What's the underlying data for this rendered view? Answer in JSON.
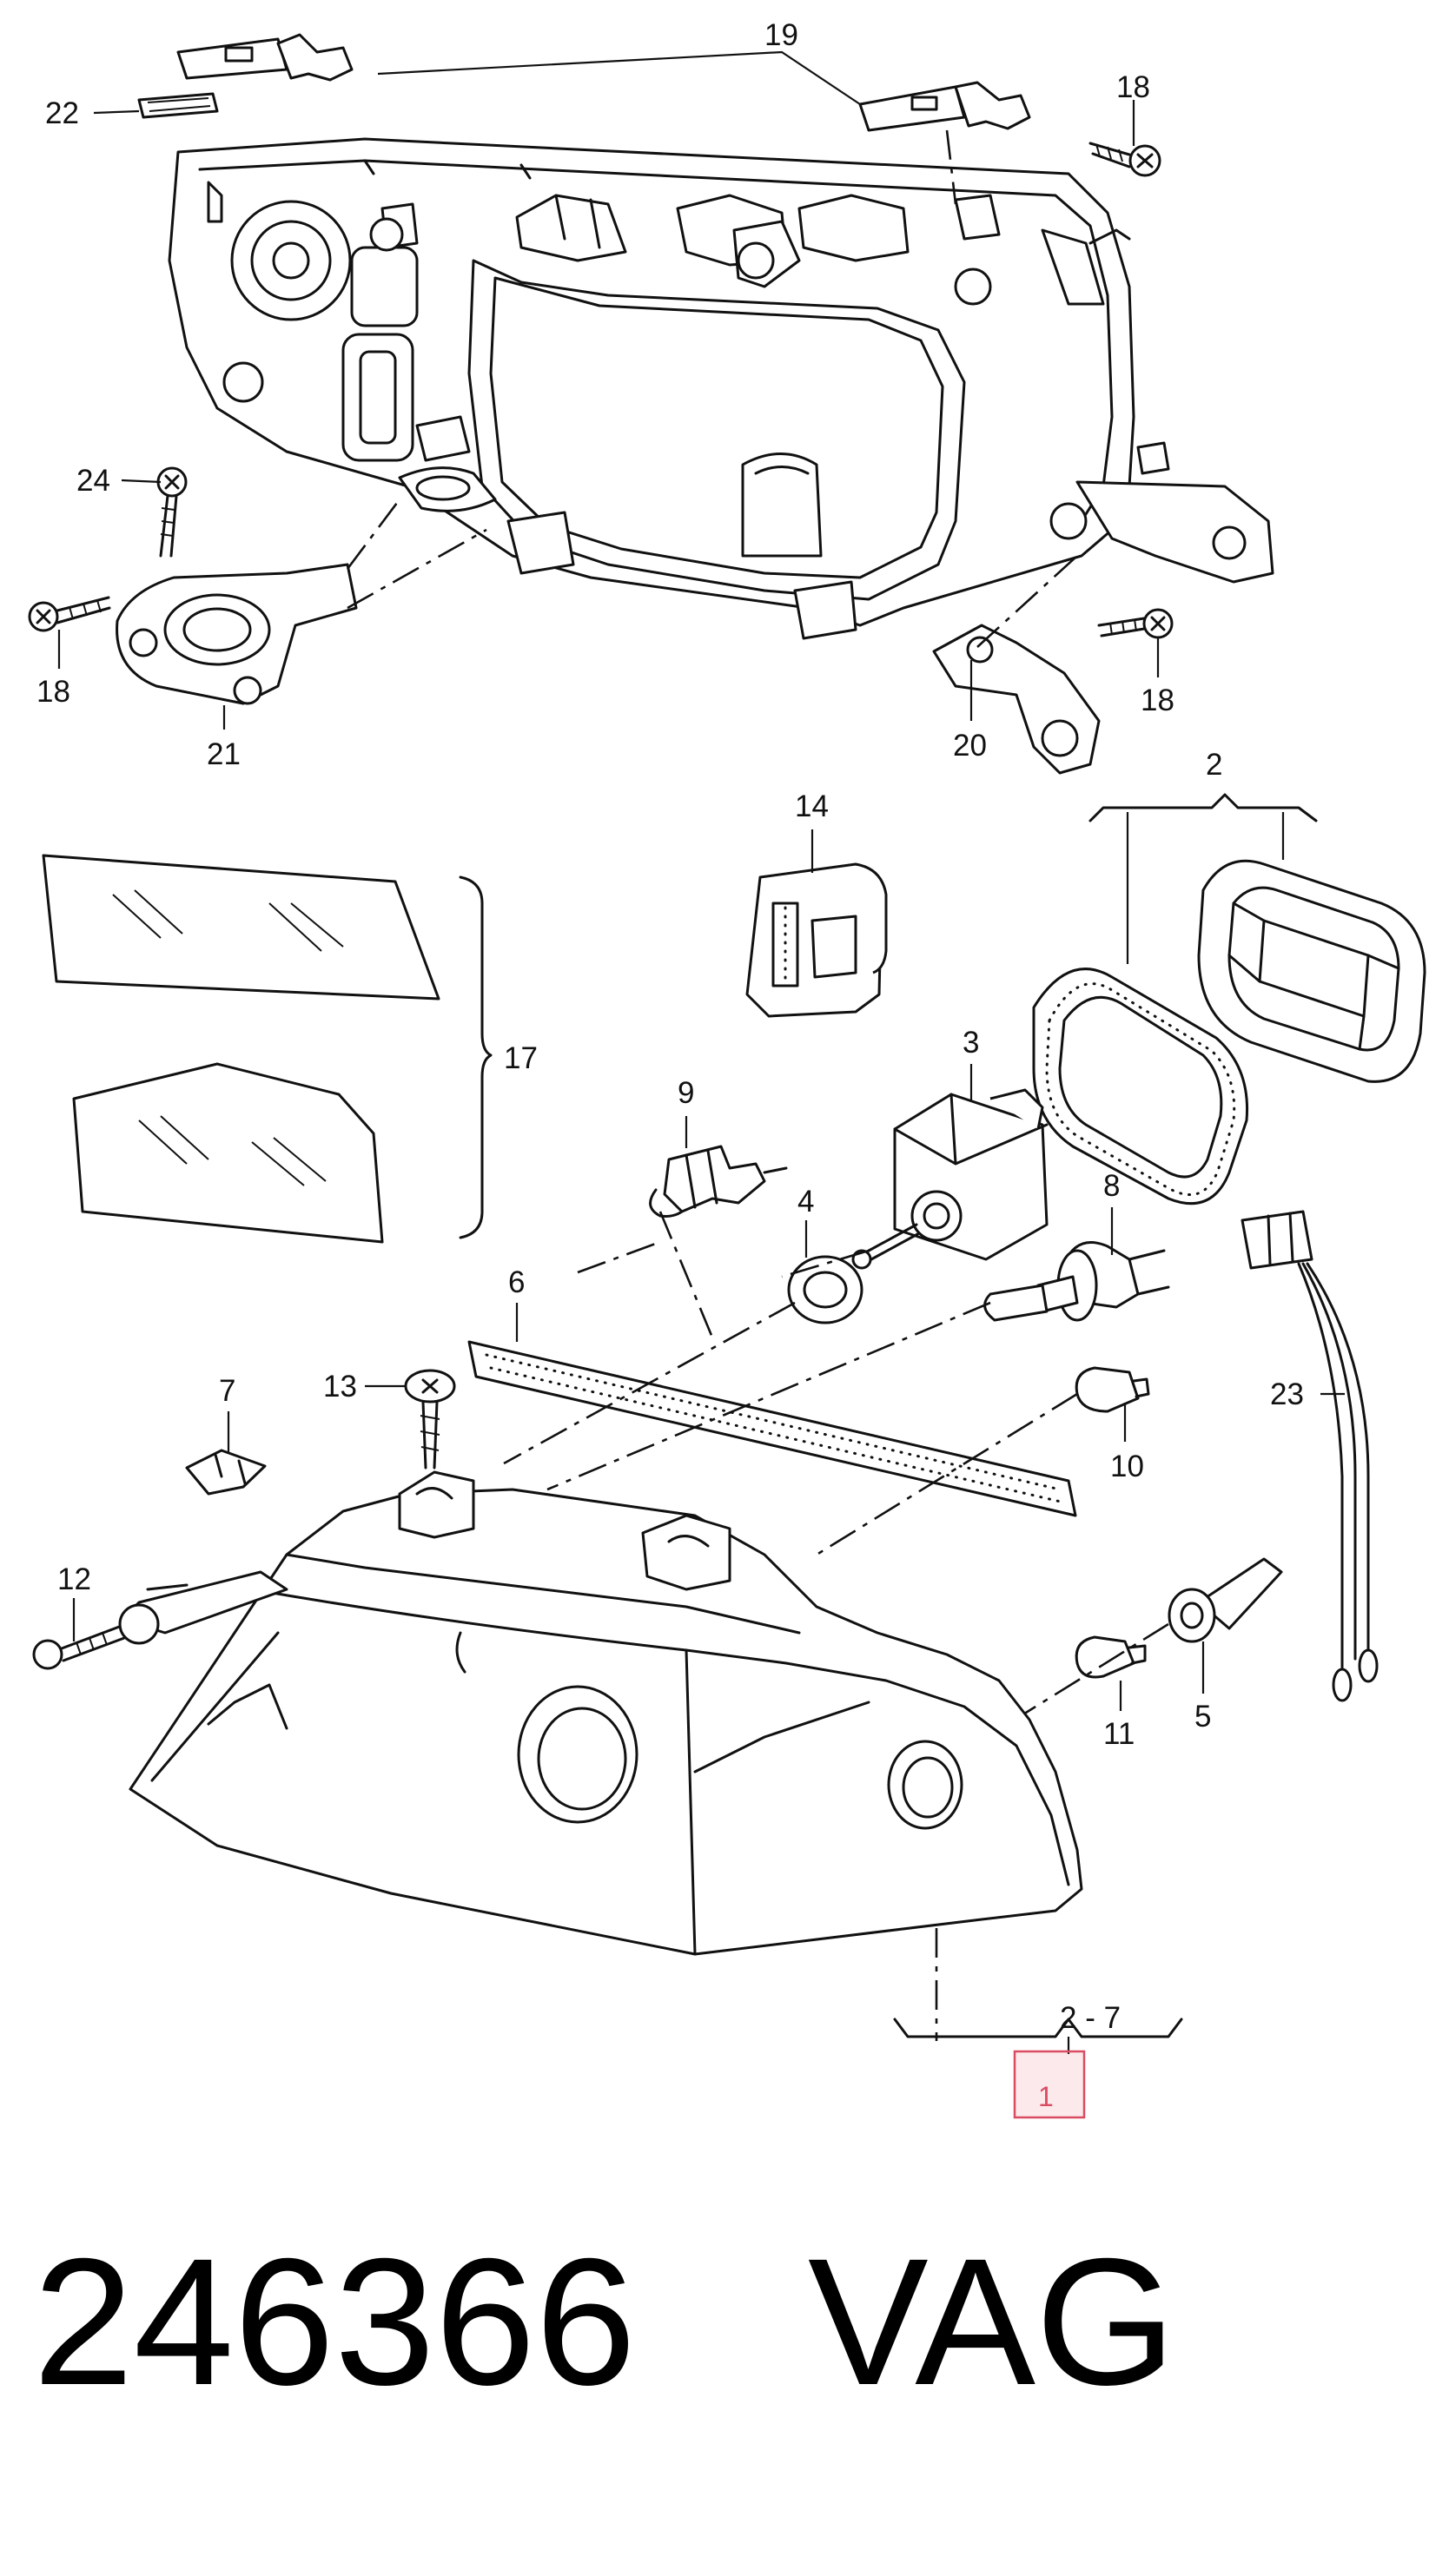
{
  "callouts": {
    "c1": "1",
    "c2": "2",
    "c2_7": "2 - 7",
    "c3": "3",
    "c4": "4",
    "c5": "5",
    "c6": "6",
    "c7": "7",
    "c8": "8",
    "c9": "9",
    "c10": "10",
    "c11": "11",
    "c12": "12",
    "c13": "13",
    "c14": "14",
    "c17": "17",
    "c18": "18",
    "c19": "19",
    "c20": "20",
    "c21": "21",
    "c22": "22",
    "c23": "23",
    "c24": "24"
  },
  "caption": {
    "part_number": "246366",
    "brand": "VAG"
  },
  "colors": {
    "ink": "#111111",
    "highlight_border": "#d94c62"
  }
}
